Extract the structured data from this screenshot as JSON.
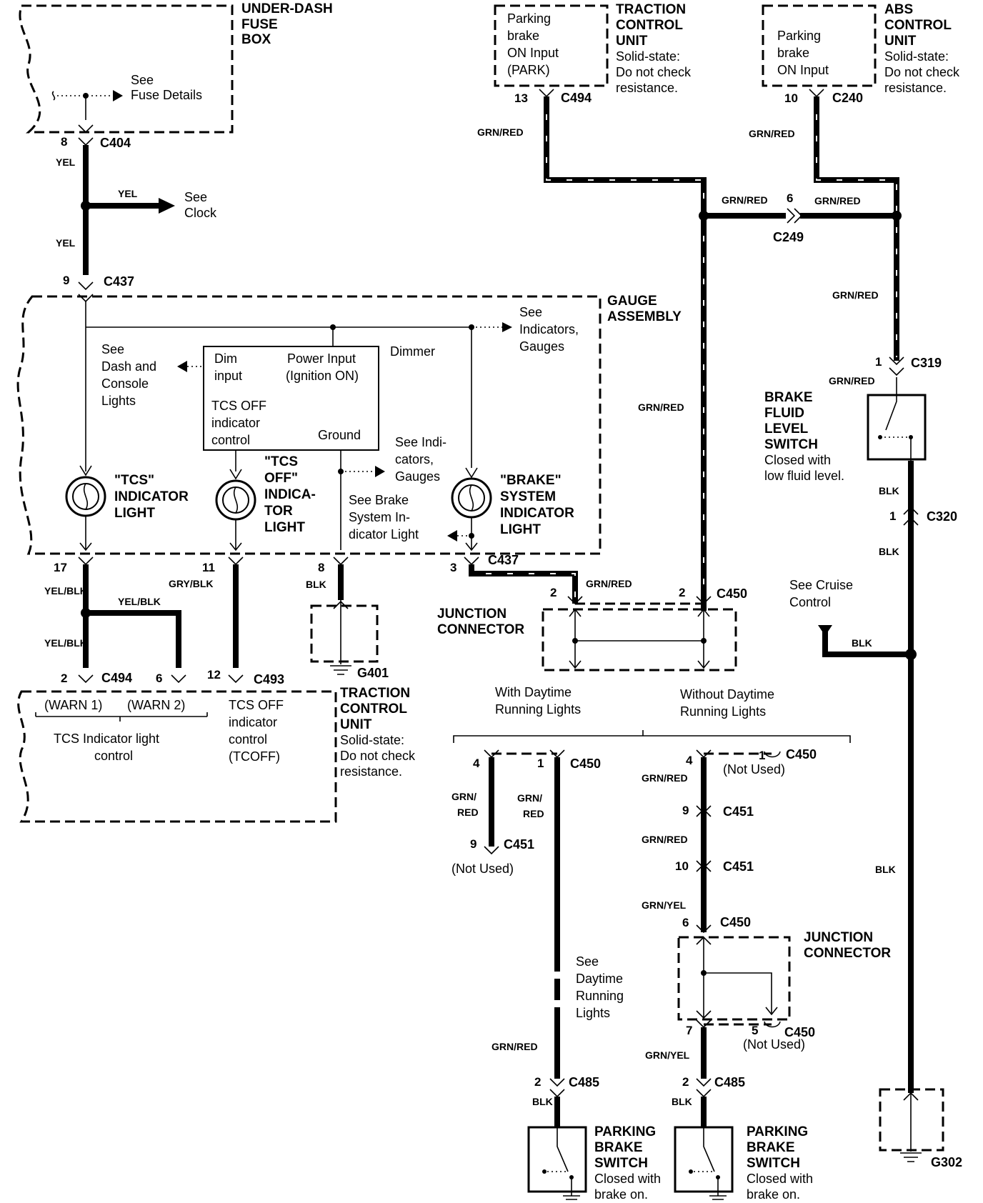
{
  "underdash": {
    "title": [
      "UNDER-DASH",
      "FUSE",
      "BOX"
    ],
    "see": [
      "See",
      "Fuse Details"
    ]
  },
  "tcu_top": {
    "inner": [
      "Parking",
      "brake",
      "ON Input",
      "(PARK)"
    ],
    "title": [
      "TRACTION",
      "CONTROL",
      "UNIT"
    ],
    "note": [
      "Solid-state:",
      "Do not check",
      "resistance."
    ],
    "pin": "13",
    "conn": "C494"
  },
  "abs": {
    "inner": [
      "Parking",
      "brake",
      "ON Input"
    ],
    "title": [
      "ABS",
      "CONTROL",
      "UNIT"
    ],
    "note": [
      "Solid-state:",
      "Do not check",
      "resistance."
    ],
    "pin": "10",
    "conn": "C240"
  },
  "c404": {
    "pin": "8",
    "conn": "C404"
  },
  "clock": {
    "wire": "YEL",
    "see": [
      "See",
      "Clock"
    ]
  },
  "c437_top": {
    "pin": "9",
    "conn": "C437"
  },
  "gauge": {
    "title": [
      "GAUGE",
      "ASSEMBLY"
    ],
    "see_ind": [
      "See",
      "Indicators,",
      "Gauges"
    ],
    "see_dash": [
      "See",
      "Dash and",
      "Console",
      "Lights"
    ],
    "dimmer": "Dimmer",
    "box": {
      "dim": [
        "Dim",
        "input"
      ],
      "power": [
        "Power Input",
        "(Ignition ON)"
      ],
      "tcs": [
        "TCS OFF",
        "indicator",
        "control"
      ],
      "ground": "Ground"
    },
    "see_ind2": [
      "See Indi-",
      "cators,",
      "Gauges"
    ],
    "see_brake": [
      "See Brake",
      "System In-",
      "dicator Light"
    ],
    "tcs_light": [
      "\"TCS\"",
      "INDICATOR",
      "LIGHT"
    ],
    "tcs_off_light": [
      "\"TCS",
      "OFF\"",
      "INDICA-",
      "TOR",
      "LIGHT"
    ],
    "brake_light": [
      "\"BRAKE\"",
      "SYSTEM",
      "INDICATOR",
      "LIGHT"
    ]
  },
  "c437_bottom": {
    "pin17": "17",
    "pin11": "11",
    "pin8": "8",
    "pin3": "3",
    "conn": "C437"
  },
  "c494_bottom": {
    "pin2": "2",
    "pin6": "6",
    "conn": "C494"
  },
  "c493": {
    "pin": "12",
    "conn": "C493"
  },
  "g401": "G401",
  "tcu_bottom": {
    "warn1": "(WARN 1)",
    "warn2": "(WARN 2)",
    "tcs_ctrl": [
      "TCS Indicator light",
      "control"
    ],
    "tcs_off": [
      "TCS OFF",
      "indicator",
      "control",
      "(TCOFF)"
    ],
    "title": [
      "TRACTION",
      "CONTROL",
      "UNIT"
    ],
    "note": [
      "Solid-state:",
      "Do not check",
      "resistance."
    ]
  },
  "c249": {
    "pin": "6",
    "conn": "C249"
  },
  "c319": {
    "pin": "1",
    "conn": "C319"
  },
  "bfl": {
    "title": [
      "BRAKE",
      "FLUID",
      "LEVEL",
      "SWITCH"
    ],
    "note": [
      "Closed with",
      "low fluid level."
    ]
  },
  "c320": {
    "pin": "1",
    "conn": "C320"
  },
  "cruise": [
    "See Cruise",
    "Control"
  ],
  "junction1": {
    "title": [
      "JUNCTION",
      "CONNECTOR"
    ],
    "pin_a": "2",
    "pin_b": "2",
    "conn": "C450"
  },
  "split": {
    "with": [
      "With Daytime",
      "Running Lights"
    ],
    "without": [
      "Without Daytime",
      "Running Lights"
    ]
  },
  "left_branch": {
    "pin4": "4",
    "pin1": "1",
    "conn_c450": "C450",
    "pin9": "9",
    "conn_c451": "C451",
    "not_used": "(Not Used)",
    "see_drl": [
      "See",
      "Daytime",
      "Running",
      "Lights"
    ],
    "pin2": "2",
    "conn_c485": "C485"
  },
  "right_branch": {
    "pin4": "4",
    "pin1": "1",
    "conn_c450": "C450",
    "not_used": "(Not Used)",
    "pin9": "9",
    "conn_c451a": "C451",
    "pin10": "10",
    "conn_c451b": "C451",
    "pin6": "6",
    "conn_c450b": "C450",
    "junction": [
      "JUNCTION",
      "CONNECTOR"
    ],
    "pin7": "7",
    "pin5": "5",
    "conn_c450c": "C450",
    "not_used2": "(Not Used)",
    "pin2": "2",
    "conn_c485": "C485"
  },
  "pbs": {
    "title": [
      "PARKING",
      "BRAKE",
      "SWITCH"
    ],
    "note": [
      "Closed with",
      "brake on."
    ]
  },
  "g302": "G302",
  "wires": {
    "yel": "YEL",
    "grn_red": "GRN/RED",
    "yel_blk": "YEL/BLK",
    "gry_blk": "GRY/BLK",
    "blk": "BLK",
    "grn_yel": "GRN/YEL",
    "grn_slash": "GRN/",
    "red": "RED"
  }
}
